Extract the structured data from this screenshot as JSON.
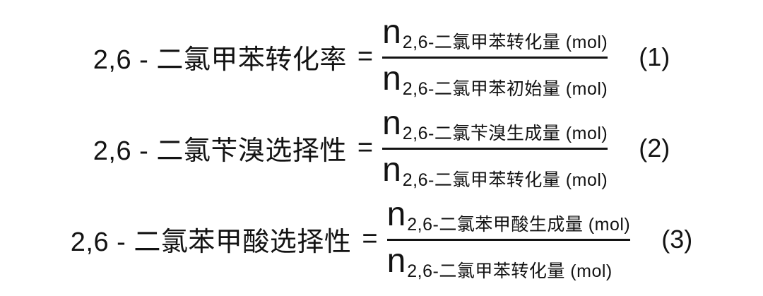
{
  "page": {
    "background_color": "#ffffff",
    "text_color": "#131313"
  },
  "equations": [
    {
      "lhs": "2,6 - 二氯甲苯转化率",
      "equals": "=",
      "numerator": {
        "symbol": "n",
        "subscript": "2,6-二氯甲苯转化量 (mol)"
      },
      "denominator": {
        "symbol": "n",
        "subscript": "2,6-二氯甲苯初始量 (mol)"
      },
      "number": "(1)"
    },
    {
      "lhs": "2,6 - 二氯苄溴选择性",
      "equals": "=",
      "numerator": {
        "symbol": "n",
        "subscript": "2,6-二氯苄溴生成量 (mol)"
      },
      "denominator": {
        "symbol": "n",
        "subscript": "2,6-二氯甲苯转化量 (mol)"
      },
      "number": "(2)"
    },
    {
      "lhs": "2,6 - 二氯苯甲酸选择性",
      "equals": "=",
      "numerator": {
        "symbol": "n",
        "subscript": "2,6-二氯苯甲酸生成量 (mol)"
      },
      "denominator": {
        "symbol": "n",
        "subscript": "2,6-二氯甲苯转化量 (mol)"
      },
      "number": "(3)"
    }
  ]
}
